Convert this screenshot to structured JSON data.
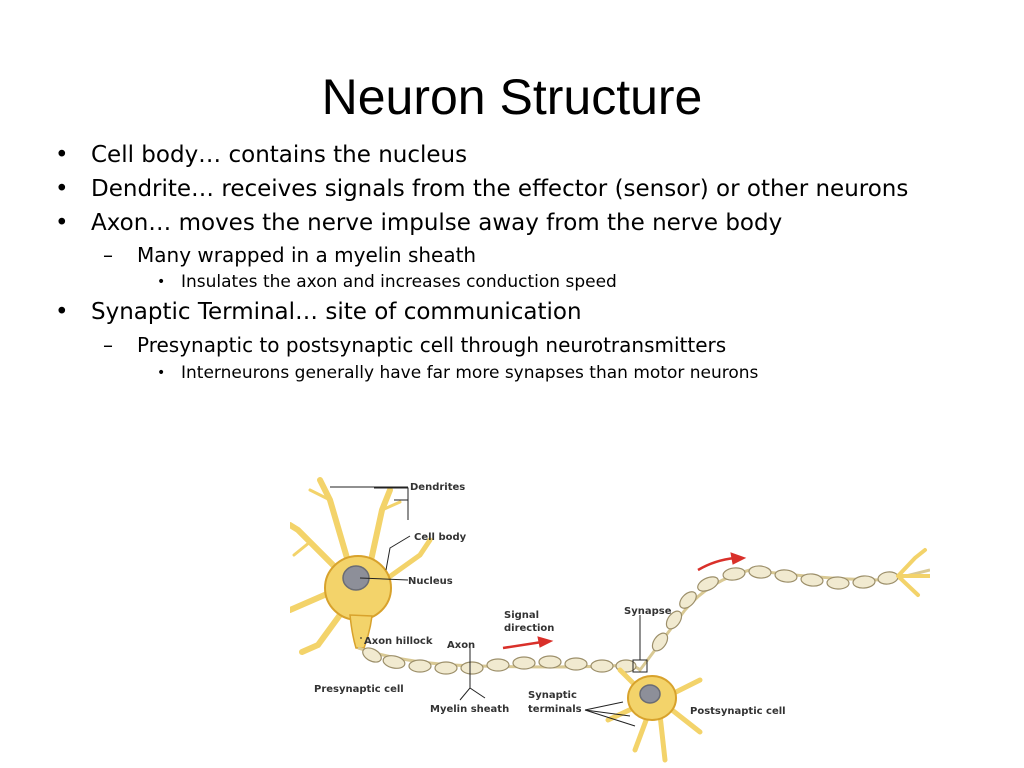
{
  "slide": {
    "title": "Neuron Structure",
    "bullets": [
      {
        "level": 1,
        "marker": "•",
        "text": "Cell body… contains the nucleus"
      },
      {
        "level": 1,
        "marker": "•",
        "text": "Dendrite… receives signals from the effector (sensor) or other neurons"
      },
      {
        "level": 1,
        "marker": "•",
        "text": "Axon… moves the nerve impulse away from the nerve body"
      },
      {
        "level": 2,
        "marker": "–",
        "text": "Many wrapped in a myelin sheath"
      },
      {
        "level": 3,
        "marker": "•",
        "text": "Insulates the axon and increases conduction speed"
      },
      {
        "level": 1,
        "marker": "•",
        "text": "Synaptic Terminal… site of communication"
      },
      {
        "level": 2,
        "marker": "–",
        "text": "Presynaptic to postsynaptic cell through neurotransmitters"
      },
      {
        "level": 3,
        "marker": "•",
        "text": "Interneurons generally have far more synapses than motor neurons"
      }
    ]
  },
  "diagram": {
    "labels": {
      "dendrites": "Dendrites",
      "cell_body": "Cell body",
      "nucleus": "Nucleus",
      "axon_hillock": "Axon hillock",
      "axon": "Axon",
      "signal_direction_1": "Signal",
      "signal_direction_2": "direction",
      "synapse": "Synapse",
      "presynaptic_cell": "Presynaptic cell",
      "myelin_sheath": "Myelin sheath",
      "synaptic_terminals_1": "Synaptic",
      "synaptic_terminals_2": "terminals",
      "postsynaptic_cell": "Postsynaptic cell"
    },
    "colors": {
      "cell": "#f3d36a",
      "cell_edge": "#d8a22c",
      "myelin": "#f1ead0",
      "myelin_edge": "#9c8f6a",
      "nucleus": "#8d8f99",
      "arrow": "#d9302a",
      "leader": "#222222"
    }
  }
}
